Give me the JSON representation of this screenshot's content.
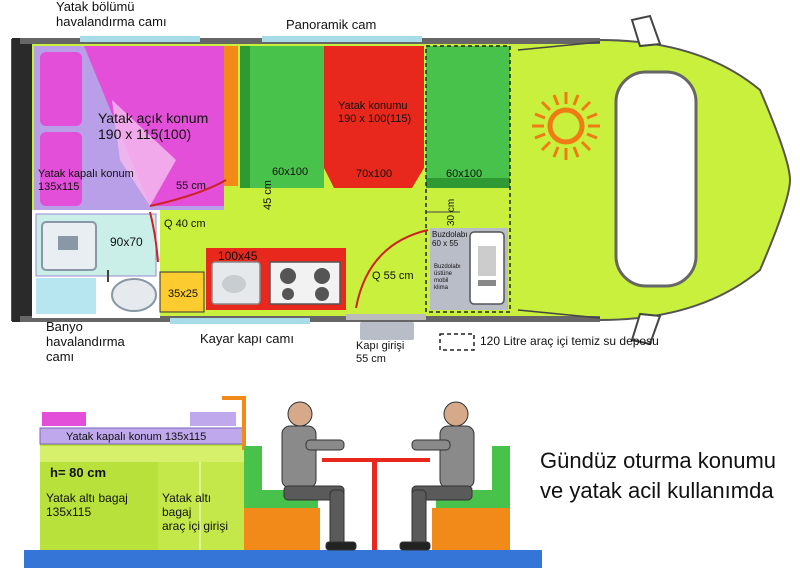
{
  "plan": {
    "top_window_left": "Yatak bölümü\nhavalandırma camı",
    "top_window_center": "Panoramik cam",
    "bed_open": "Yatak açık konum\n190 x 115(100)",
    "bed_closed": "Yatak kapalı konum\n135x115",
    "dim_55cm": "55 cm",
    "dim_q40": "Q 40 cm",
    "dim_45cm": "45 cm",
    "seat_left": "60x100",
    "bed_position": "Yatak konumu\n190 x 100(115)",
    "seat_middle": "70x100",
    "seat_right": "60x100",
    "dim_30cm": "30 cm",
    "fridge": "Buzdolabı\n60 x 55",
    "fridge_ac": "Buzdolabı\nüstüne\nmobil\nklima",
    "shower": "90x70",
    "storage": "35x25",
    "sink": "100x45",
    "dim_q55": "Q 55 cm",
    "bath_window": "Banyo\nhavalandırma\ncamı",
    "slide_window": "Kayar kapı camı",
    "door_entry": "Kapı girişi\n55 cm",
    "water_tank": "120 Litre araç içi temiz su deposu"
  },
  "side": {
    "bed_closed": "Yatak kapalı konum 135x115",
    "height": "h= 80 cm",
    "storage_left": "Yatak altı bagaj\n135x115",
    "storage_right": "Yatak altı\nbagaj\naraç içi girişi",
    "caption": "Gündüz oturma konumu\nve yatak acil kullanımda"
  }
}
